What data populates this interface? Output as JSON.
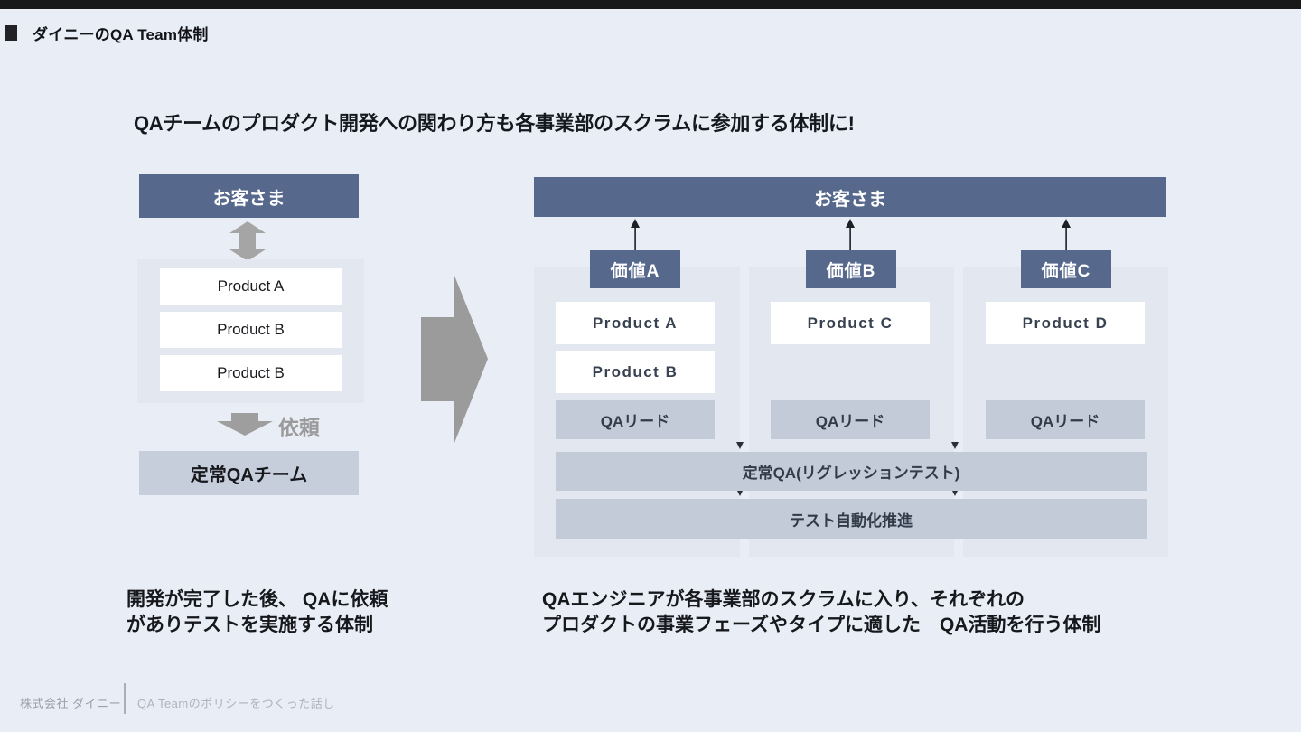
{
  "header": {
    "title": "ダイニーのQA Team体制"
  },
  "heading": "QAチームのプロダクト開発への関わり方も各事業部のスクラムに参加する体制に!",
  "left_diagram": {
    "customer_label": "お客さま",
    "products": [
      "Product A",
      "Product B",
      "Product B"
    ],
    "request_label": "依頼",
    "qa_team_label": "定常QAチーム",
    "caption": [
      "開発が完了した後、 QAに依頼",
      "がありテストを実施する体制"
    ]
  },
  "right_diagram": {
    "customer_label": "お客さま",
    "columns": [
      {
        "value_label": "価値A",
        "products": [
          "Product A",
          "Product B"
        ],
        "qa_lead_label": "QAリード"
      },
      {
        "value_label": "価値B",
        "products": [
          "Product C"
        ],
        "qa_lead_label": "QAリード"
      },
      {
        "value_label": "価値C",
        "products": [
          "Product D"
        ],
        "qa_lead_label": "QAリード"
      }
    ],
    "shared_rows": [
      "定常QA(リグレッションテスト)",
      "テスト自動化推進"
    ],
    "caption": [
      "QAエンジニアが各事業部のスクラムに入り、それぞれの",
      "プロダクトの事業フェーズやタイプに適した　QA活動を行う体制"
    ]
  },
  "footer": {
    "company": "株式会社 ダイニー",
    "deck_title": "QA Teamのポリシーをつくった話し"
  },
  "colors": {
    "page_bg": "#e9edf5",
    "top_bar": "#18181b",
    "slate_blue": "#56698c",
    "panel_bg": "#e3e7ef",
    "light_blue_box": "#c3cbd9",
    "qa_team_box": "#c6cedb",
    "arrow_gray": "#9b9b9b",
    "text_dark": "#16181c",
    "footer_gray": "#9aa1ab"
  }
}
